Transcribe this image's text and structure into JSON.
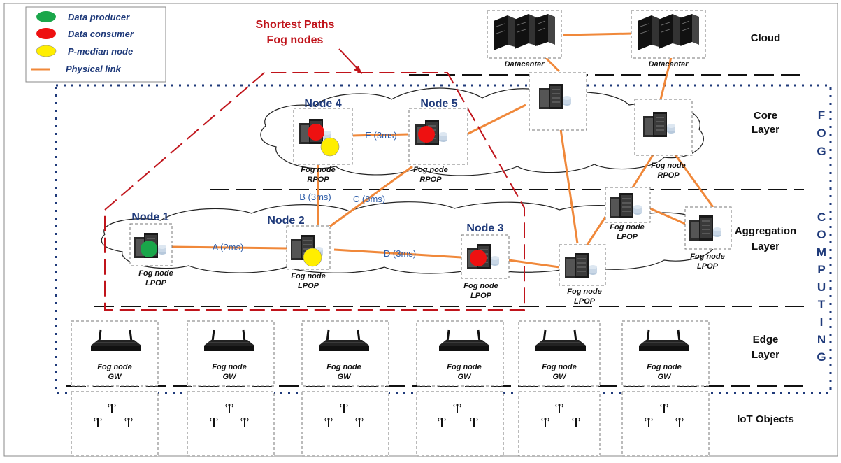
{
  "legend": {
    "producer": "Data producer",
    "consumer": "Data consumer",
    "pmedian": "P-median node",
    "link": "Physical link"
  },
  "highlight": {
    "line1": "Shortest Paths",
    "line2": "Fog nodes"
  },
  "layers": {
    "cloud": "Cloud",
    "core1": "Core",
    "core2": "Layer",
    "agg1": "Aggregation",
    "agg2": "Layer",
    "edge1": "Edge",
    "edge2": "Layer",
    "iot": "IoT Objects"
  },
  "fog_letters": [
    "F",
    "O",
    "G"
  ],
  "computing_letters": [
    "C",
    "O",
    "M",
    "P",
    "U",
    "T",
    "I",
    "N",
    "G"
  ],
  "datacenter": "Datacenter",
  "fog_node": "Fog node",
  "rpop": "RPOP",
  "lpop": "LPOP",
  "gw": "GW",
  "nodes": {
    "n1": "Node 1",
    "n2": "Node 2",
    "n3": "Node 3",
    "n4": "Node 4",
    "n5": "Node 5"
  },
  "links": {
    "a": "A (2ms)",
    "b": "B (3ms)",
    "c": "C (8ms)",
    "d": "D (3ms)",
    "e": "E (3ms)"
  },
  "colors": {
    "producer": "#1aa64a",
    "consumer": "#ee1111",
    "pmedian": "#ffee00",
    "link": "#f0883a",
    "dark_blue": "#1f3a7a",
    "red_dash": "#c0141b"
  }
}
